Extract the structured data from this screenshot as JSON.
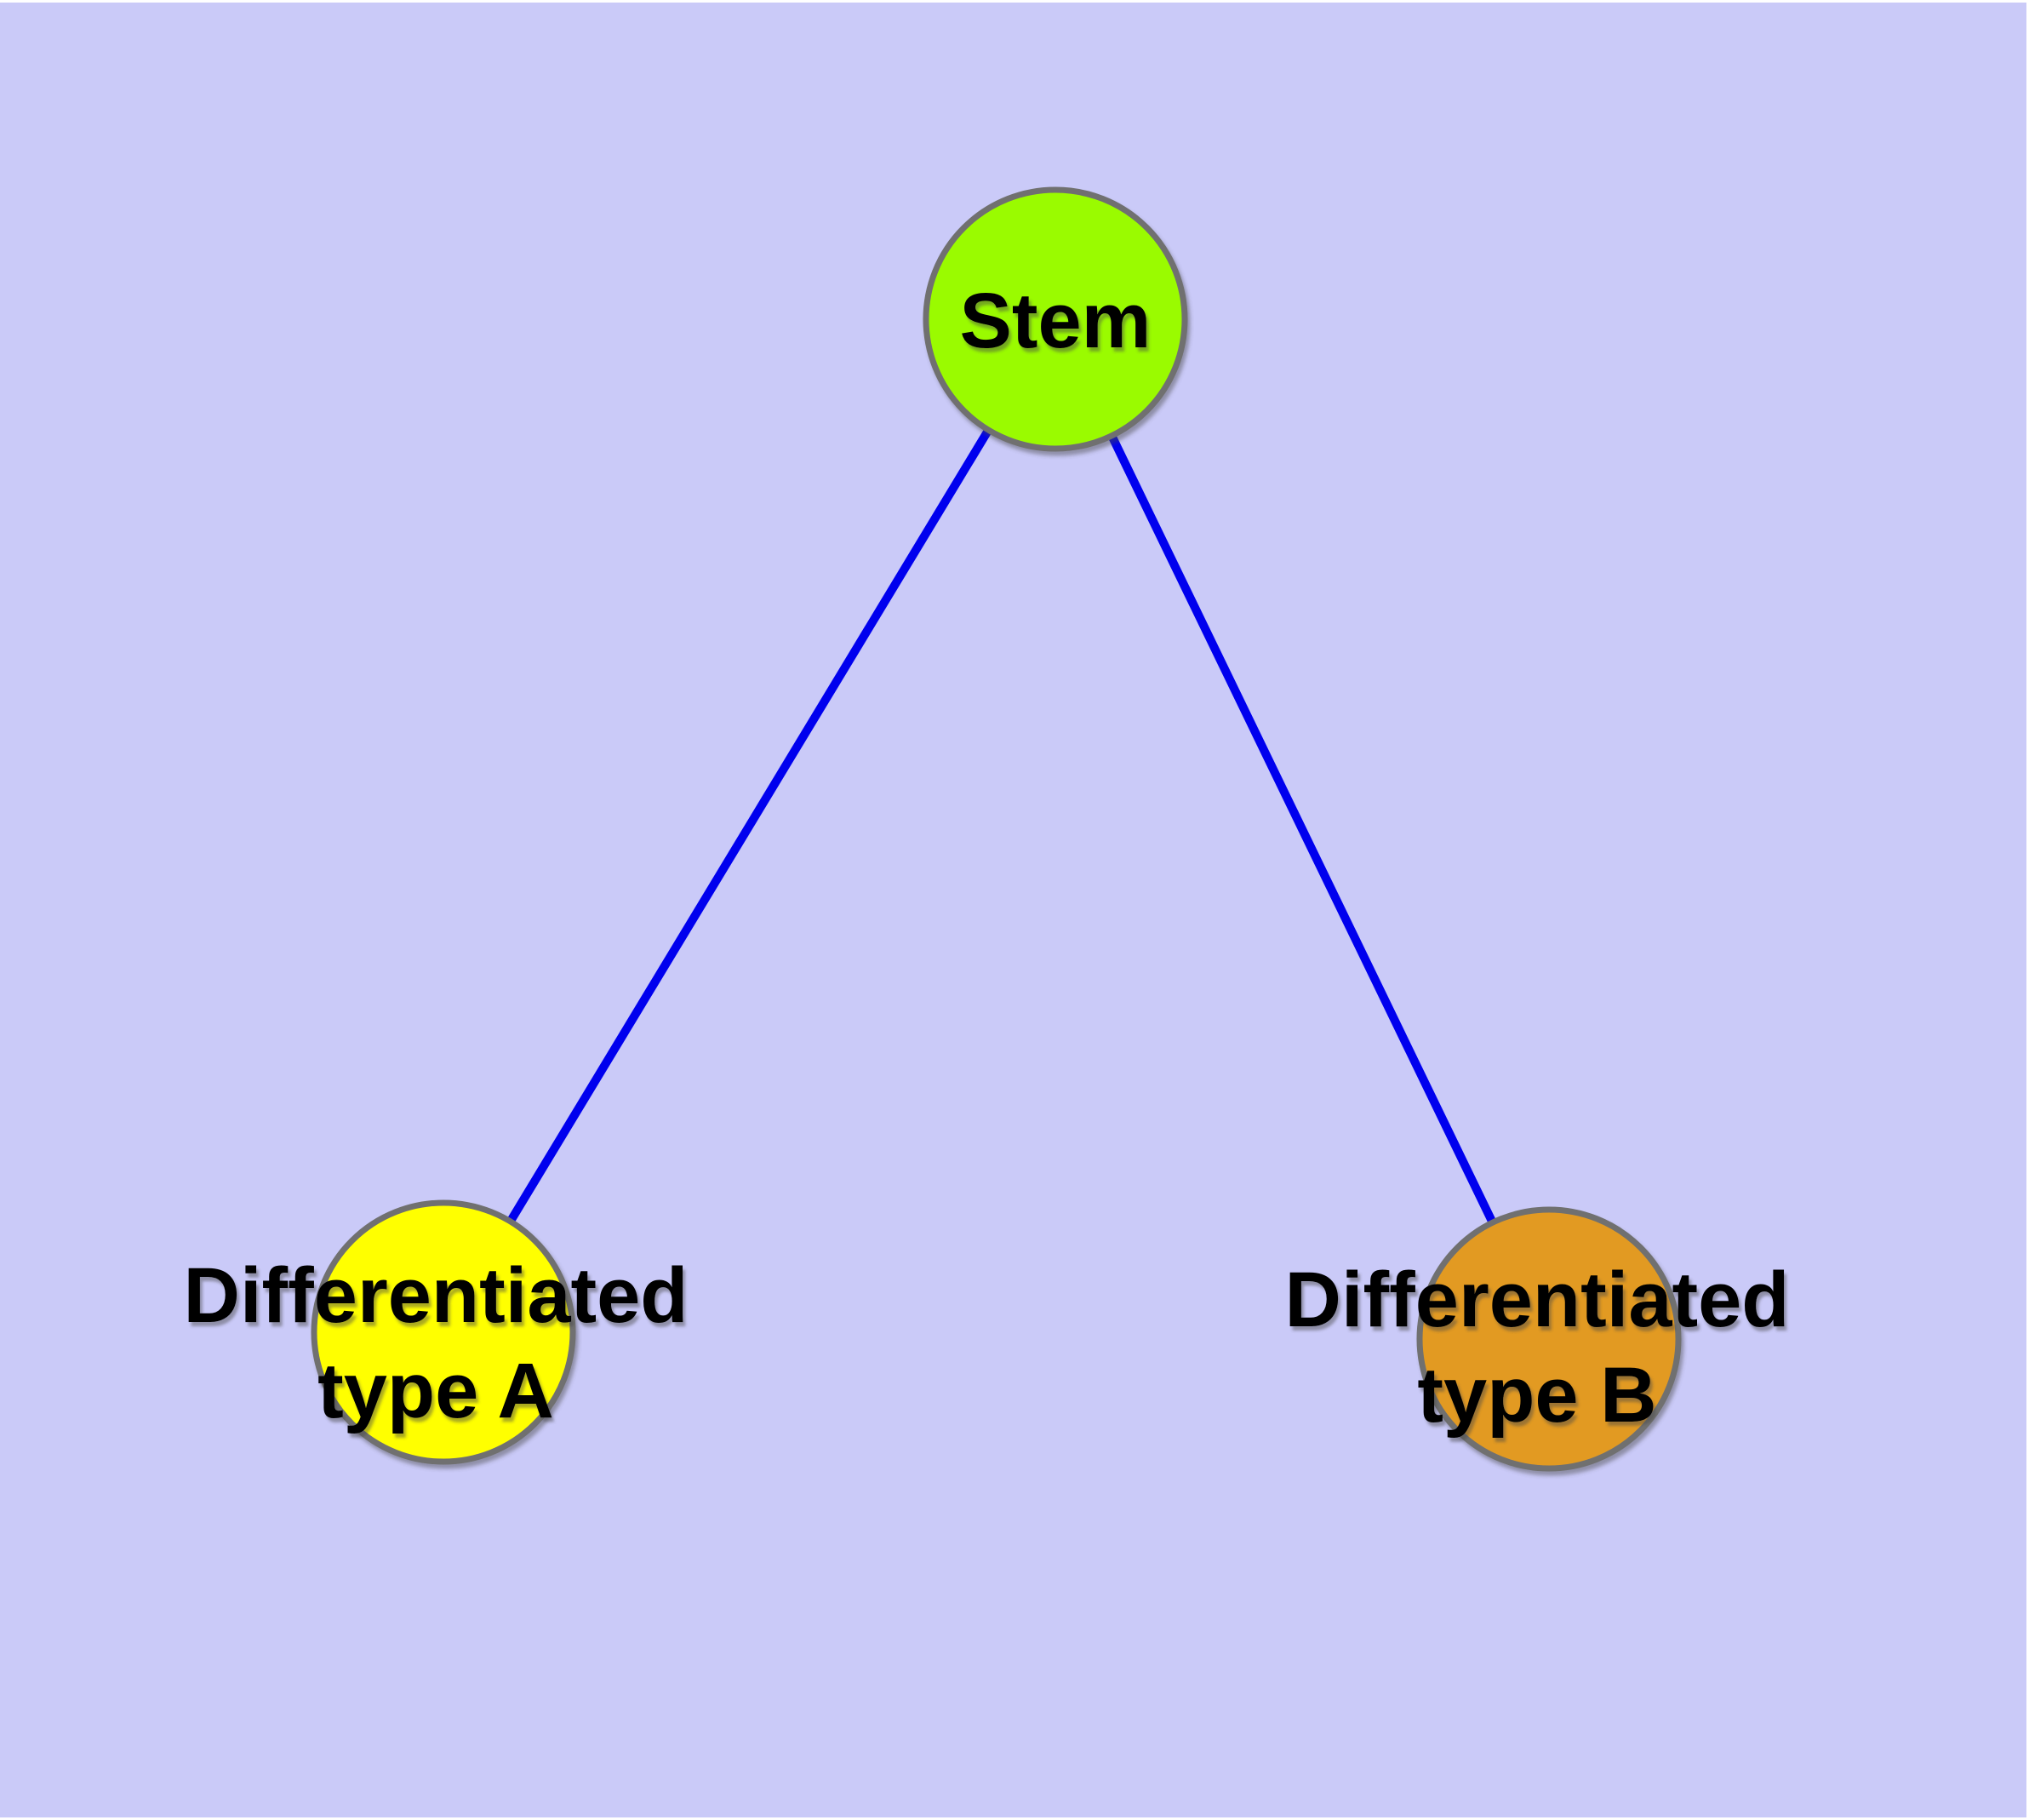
{
  "diagram": {
    "background_color": "#CACAF8",
    "edge_color": "#0000EE",
    "border_color": "#707070",
    "nodes": [
      {
        "id": "stem",
        "label": "Stem",
        "color": "#9AFB00"
      },
      {
        "id": "type-a",
        "label_line1": "Differentiated",
        "label_line2": "type A",
        "color": "#FFFF00"
      },
      {
        "id": "type-b",
        "label_line1": "Differentiated",
        "label_line2": "type B",
        "color": "#E29A21"
      }
    ],
    "edges": [
      {
        "from": "Stem",
        "to": "Differentiated type A"
      },
      {
        "from": "Stem",
        "to": "Differentiated type B"
      }
    ]
  }
}
